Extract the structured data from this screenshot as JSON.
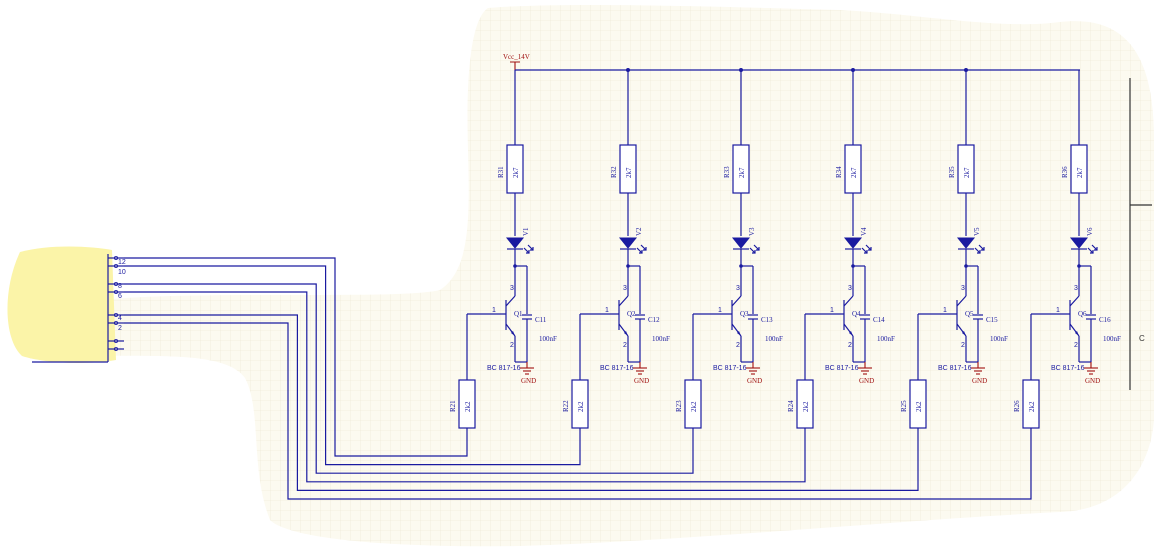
{
  "supply": {
    "net_label": "Vcc_14V"
  },
  "ground": {
    "label": "GND"
  },
  "right_edge": {
    "label": "C"
  },
  "connector_pins": [
    "12",
    "10",
    "8",
    "6",
    "4",
    "2"
  ],
  "channels": [
    {
      "r_top": "R31",
      "r_top_val": "2k7",
      "led": "V1",
      "q": "Q1",
      "q_part": "BC 817-16",
      "cap": "C11",
      "cap_val": "100nF",
      "r_base": "R21",
      "r_base_val": "2k2"
    },
    {
      "r_top": "R32",
      "r_top_val": "2k7",
      "led": "V2",
      "q": "Q2",
      "q_part": "BC 817-16",
      "cap": "C12",
      "cap_val": "100nF",
      "r_base": "R22",
      "r_base_val": "2k2"
    },
    {
      "r_top": "R33",
      "r_top_val": "2k7",
      "led": "V3",
      "q": "Q3",
      "q_part": "BC 817-16",
      "cap": "C13",
      "cap_val": "100nF",
      "r_base": "R23",
      "r_base_val": "2k2"
    },
    {
      "r_top": "R34",
      "r_top_val": "2k7",
      "led": "V4",
      "q": "Q4",
      "q_part": "BC 817-16",
      "cap": "C14",
      "cap_val": "100nF",
      "r_base": "R24",
      "r_base_val": "2k2"
    },
    {
      "r_top": "R35",
      "r_top_val": "2k7",
      "led": "V5",
      "q": "Q5",
      "q_part": "BC 817-16",
      "cap": "C15",
      "cap_val": "100nF",
      "r_base": "R25",
      "r_base_val": "2k2"
    },
    {
      "r_top": "R36",
      "r_top_val": "2k7",
      "led": "V6",
      "q": "Q6",
      "q_part": "BC 817-16",
      "cap": "C16",
      "cap_val": "100nF",
      "r_base": "R26",
      "r_base_val": "2k2"
    }
  ],
  "pin_numbers": {
    "base": "1",
    "collector": "3",
    "emitter": "2"
  }
}
